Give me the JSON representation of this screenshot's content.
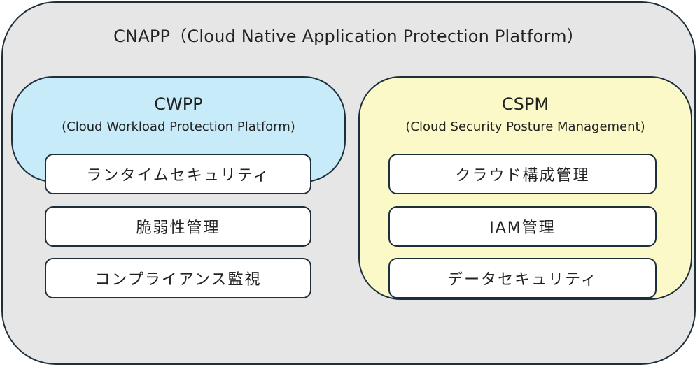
{
  "diagram": {
    "title": "CNAPP（Cloud Native Application Protection Platform）",
    "colors": {
      "outer_fill": "#e6e6e6",
      "border": "#1e2f3c",
      "cwpp_fill": "#c8ebfa",
      "cspm_fill": "#fbf9c8",
      "item_fill": "#ffffff"
    },
    "panels": [
      {
        "title": "CWPP",
        "subtitle": "(Cloud Workload Protection Platform)",
        "items": [
          "ランタイムセキュリティ",
          "脆弱性管理",
          "コンプライアンス監視"
        ]
      },
      {
        "title": "CSPM",
        "subtitle": "(Cloud Security Posture Management)",
        "items": [
          "クラウド構成管理",
          "IAM管理",
          "データセキュリティ"
        ]
      }
    ]
  }
}
